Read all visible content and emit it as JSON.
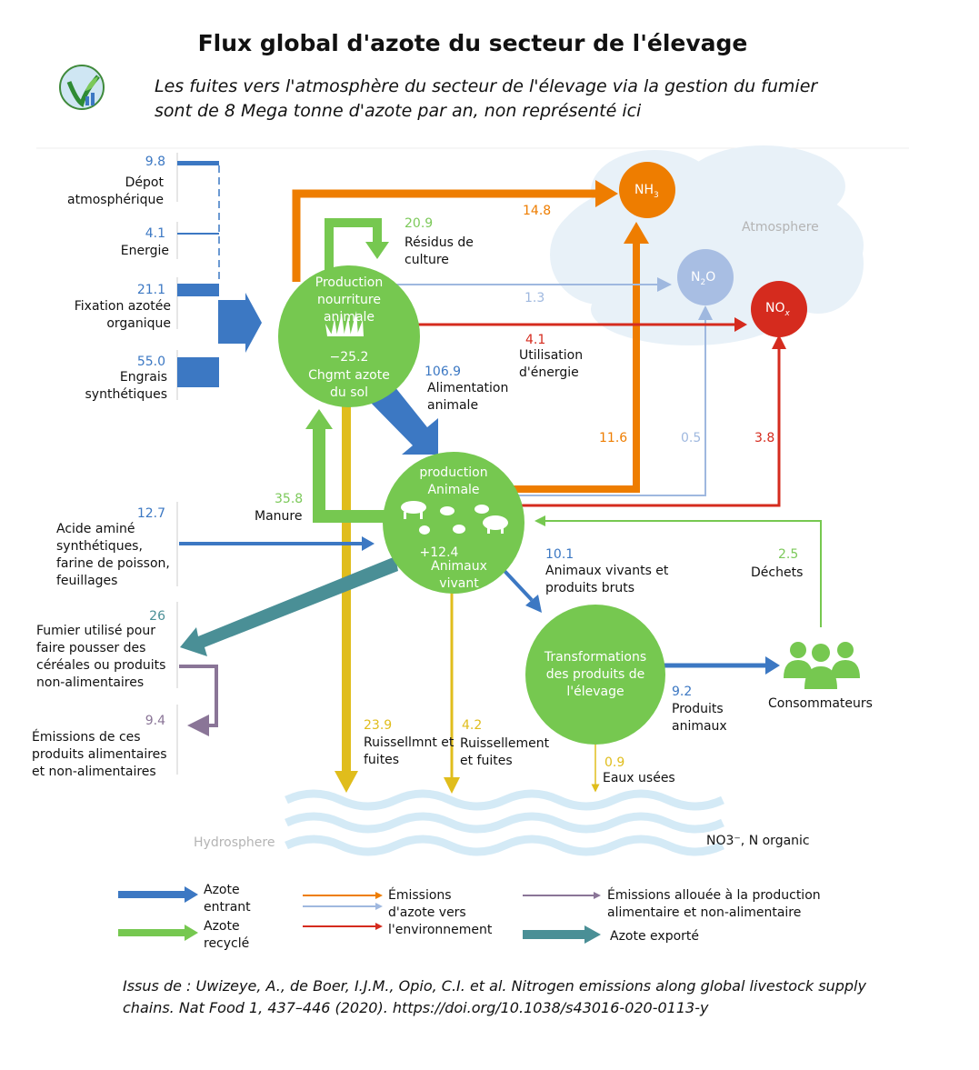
{
  "title": "Flux global d'azote du secteur de l'élevage",
  "subtitle": "Les fuites vers l'atmosphère du secteur de l'élevage via la gestion du fumier sont de 8 Mega tonne d'azote par an, non représenté ici",
  "colors": {
    "input_blue": "#3c78c3",
    "recycled_green": "#76c850",
    "nh3_orange": "#ee7d00",
    "n2o_lightblue": "#9fb8df",
    "nox_red": "#d52b1e",
    "allocated_purple": "#8a7597",
    "export_teal": "#4a8f96",
    "runoff_yellow": "#e0bd1c",
    "cloud": "#e8f1f8",
    "water": "#d9ecf7"
  },
  "inputs": {
    "depot": {
      "value": "9.8",
      "label": "Dépot atmosphérique"
    },
    "energie": {
      "value": "4.1",
      "label": "Energie"
    },
    "fixation": {
      "value": "21.1",
      "label": "Fixation azotée organique"
    },
    "engrais": {
      "value": "55.0",
      "label": "Engrais synthétiques"
    },
    "acide": {
      "value": "12.7",
      "label": "Acide aminé synthétiques, farine de poisson, feuillages"
    },
    "fumier": {
      "value": "26",
      "label": "Fumier utilisé pour faire pousser des céréales ou produits non-alimentaires"
    },
    "emissions_produits": {
      "value": "9.4",
      "label": "Émissions de ces produits alimentaires et non-alimentaires"
    }
  },
  "nodes": {
    "production_nourriture": {
      "title": "Production nourriture animale",
      "value": "−25.2",
      "sub": "Chgmt azote du sol"
    },
    "production_animale": {
      "title": "production Animale",
      "value": "+12.4",
      "sub": "Animaux vivant"
    },
    "transformations": {
      "title": "Transformations des produits de l'élevage"
    },
    "consommateurs": {
      "label": "Consommateurs"
    }
  },
  "flows": {
    "residus": {
      "value": "20.9",
      "label": "Résidus de culture"
    },
    "nh3_top": {
      "value": "14.8"
    },
    "n2o_top": {
      "value": "1.3"
    },
    "nox_top": {
      "value": "4.1",
      "label": "Utilisation d'énergie"
    },
    "alimentation": {
      "value": "106.9",
      "label": "Alimentation animale"
    },
    "nh3_animal": {
      "value": "11.6"
    },
    "n2o_animal": {
      "value": "0.5"
    },
    "nox_animal": {
      "value": "3.8"
    },
    "manure": {
      "value": "35.8",
      "label": "Manure"
    },
    "animaux_vivants": {
      "value": "10.1",
      "label": "Animaux vivants et produits bruts"
    },
    "dechets": {
      "value": "2.5",
      "label": "Déchets"
    },
    "produits_animaux": {
      "value": "9.2",
      "label": "Produits animaux"
    },
    "ruissellement1": {
      "value": "23.9",
      "label": "Ruissellmnt et fuites"
    },
    "ruissellement2": {
      "value": "4.2",
      "label": "Ruissellement et fuites"
    },
    "eaux_usees": {
      "value": "0.9",
      "label": "Eaux usées"
    }
  },
  "atmosphere": {
    "label": "Atmosphere",
    "nh3": "NH3",
    "n2o": "N2O",
    "nox": "NOx"
  },
  "hydrosphere": {
    "label": "Hydrosphere",
    "species": "NO3⁻, N organic"
  },
  "legend": {
    "entrant": "Azote entrant",
    "recycle": "Azote recyclé",
    "emissions_env": "Émissions d'azote vers l'environnement",
    "emissions_alloc": "Émissions allouée à la production alimentaire et non-alimentaire",
    "exporte": "Azote exporté"
  },
  "source": "Issus de : Uwizeye, A., de Boer, I.J.M., Opio, C.I. et al. Nitrogen emissions along global livestock supply chains. Nat Food 1, 437–446 (2020). https://doi.org/10.1038/s43016-020-0113-y"
}
